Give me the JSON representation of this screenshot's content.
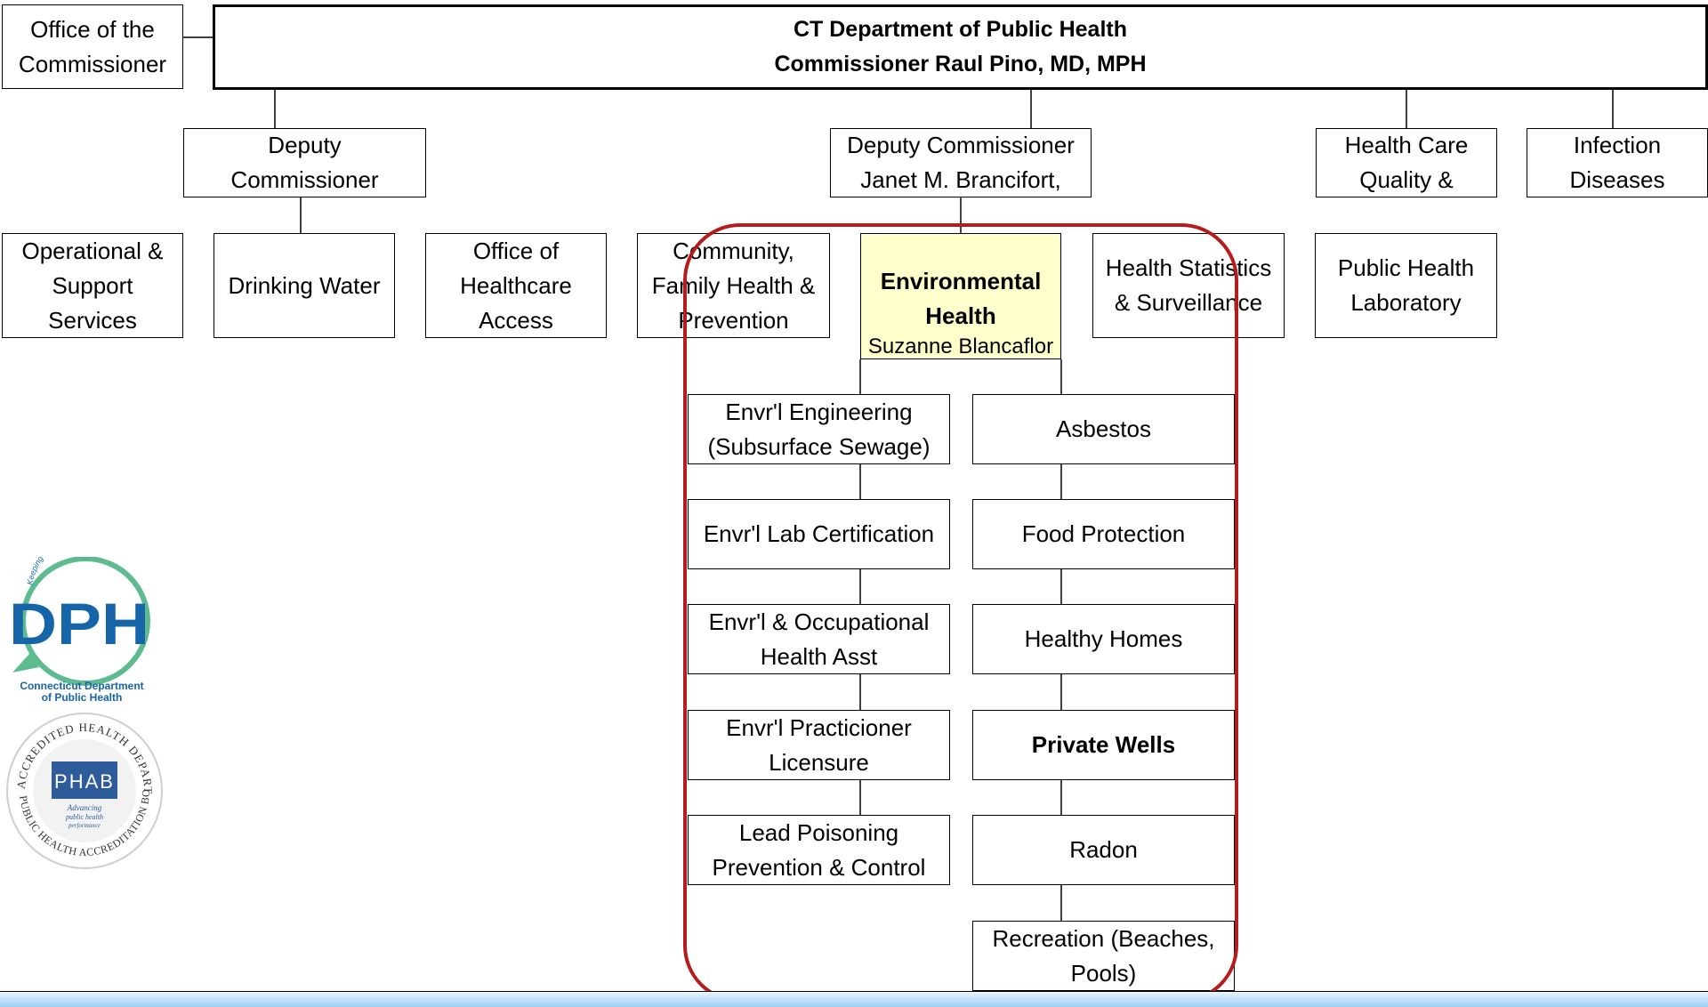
{
  "colors": {
    "highlight_fill": "#FFFFCC",
    "focus_ring": "#B71C1C",
    "dph_blue": "#1565A8",
    "dph_green": "#5DBB8F",
    "phab_blue": "#2E5C9A",
    "bottom_bar": "#9FD0F4"
  },
  "org_chart": {
    "office_commissioner": [
      "Office of the",
      "Commissioner"
    ],
    "department": [
      "CT Department of Public Health",
      "Commissioner Raul Pino, MD, MPH"
    ],
    "deputy_commissioner": [
      "Deputy",
      "Commissioner"
    ],
    "deputy_commissioner_janet": [
      "Deputy Commissioner",
      "Janet M. Brancifort,"
    ],
    "health_care_quality": [
      "Health Care",
      "Quality &"
    ],
    "infection_diseases": [
      "Infection",
      "Diseases"
    ],
    "operational_support": [
      "Operational &",
      "Support",
      "Services"
    ],
    "drinking_water": [
      "Drinking Water"
    ],
    "office_healthcare_access": [
      "Office of",
      "Healthcare",
      "Access"
    ],
    "community_family_health": [
      "Community,",
      "Family Health &",
      "Prevention"
    ],
    "environmental_health": {
      "title": [
        "Environmental",
        "Health"
      ],
      "director": "Suzanne Blancaflor"
    },
    "health_statistics": [
      "Health Statistics",
      "& Surveillance"
    ],
    "public_health_laboratory": [
      "Public Health",
      "Laboratory"
    ],
    "left_column": [
      [
        "Envr'l Engineering",
        "(Subsurface Sewage)"
      ],
      [
        "Envr'l Lab Certification"
      ],
      [
        "Envr'l & Occupational",
        "Health Asst"
      ],
      [
        "Envr'l Practicioner",
        "Licensure"
      ],
      [
        "Lead Poisoning",
        "Prevention & Control"
      ]
    ],
    "right_column": [
      [
        "Asbestos"
      ],
      [
        "Food Protection"
      ],
      [
        "Healthy Homes"
      ],
      [
        "Private Wells"
      ],
      [
        "Radon"
      ],
      [
        "Recreation (Beaches,",
        "Pools)"
      ]
    ]
  },
  "logos": {
    "dph": {
      "tagline": "Keeping Connecticut Healthy",
      "letters": "DPH",
      "name": [
        "Connecticut Department",
        "of Public Health"
      ]
    },
    "phab": {
      "letters": "PHAB",
      "ring_top": "ACCREDITED HEALTH DEPARTMENT",
      "ring_bottom": "PUBLIC HEALTH ACCREDITATION BOARD",
      "motto": [
        "Advancing",
        "public health",
        "performance"
      ]
    }
  }
}
